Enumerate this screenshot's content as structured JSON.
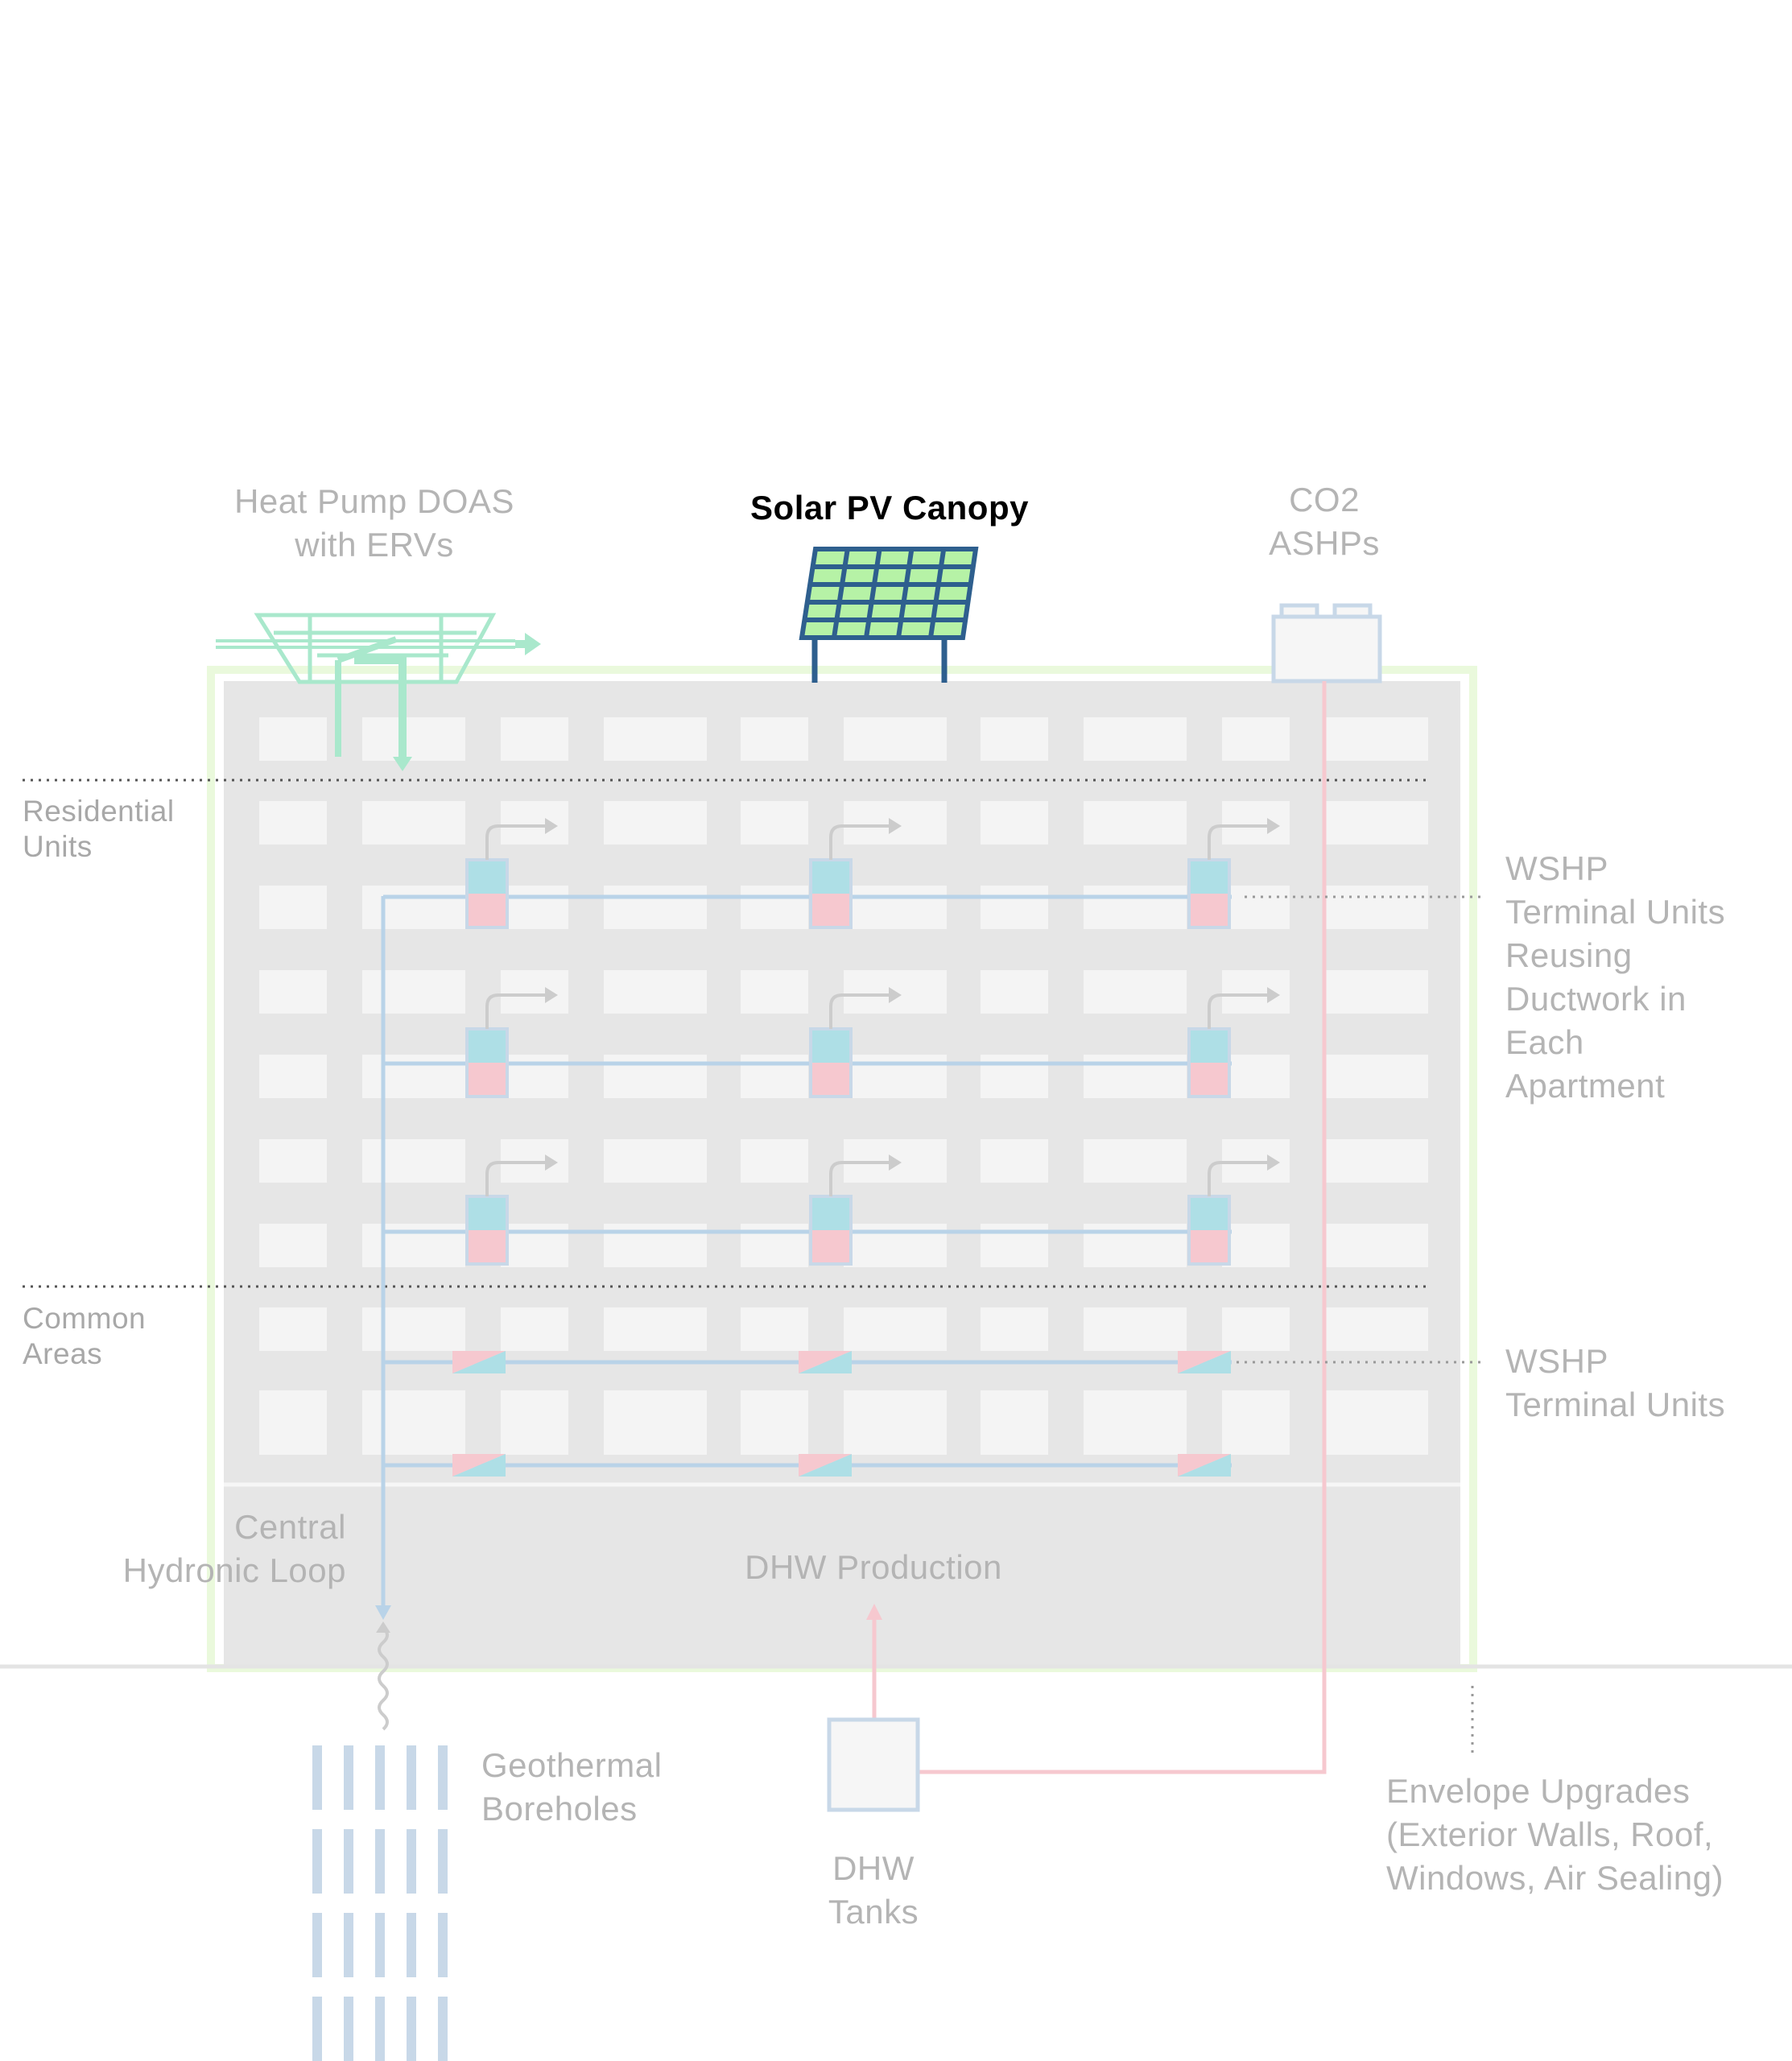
{
  "diagram": {
    "roof_labels": {
      "doas": [
        "Heat Pump DOAS",
        "with ERVs"
      ],
      "solar": [
        "Solar PV Canopy"
      ],
      "ashp": [
        "CO2",
        "ASHPs"
      ]
    },
    "zones": {
      "residential": [
        "Residential",
        "Units"
      ],
      "common": [
        "Common",
        "Areas"
      ]
    },
    "callouts": {
      "wshp_residential": [
        "WSHP",
        "Terminal Units",
        "Reusing",
        "Ductwork in",
        "Each",
        "Apartment"
      ],
      "wshp_common": [
        "WSHP",
        "Terminal Units"
      ],
      "envelope": [
        "Envelope Upgrades",
        "(Exterior Walls, Roof,",
        "Windows, Air Sealing)"
      ]
    },
    "basement_labels": {
      "loop": [
        "Central",
        "Hydronic Loop"
      ],
      "dhw_production": [
        "DHW Production"
      ]
    },
    "ground_labels": {
      "boreholes": [
        "Geothermal",
        "Boreholes"
      ],
      "dhw_tanks": [
        "DHW",
        "Tanks"
      ]
    },
    "highlighted": "Solar PV Canopy",
    "colors": {
      "building": "#e6e6e6",
      "window": "#f4f4f4",
      "envelope_outline": "#eaf9dc",
      "hydronic_loop": "#b9d3e8",
      "hot_water": "#f6c8cf",
      "cool_water": "#aedfe6",
      "airflow": "#a9e8cc",
      "supply_air": "#cccccc",
      "solar_frame": "#2e5f8e",
      "solar_cell": "#b6f2a6",
      "boreholes": "#c8d8e8",
      "dashed_divider": "#555555",
      "label_muted": "#b4b4b4",
      "label_active": "#000000"
    }
  }
}
